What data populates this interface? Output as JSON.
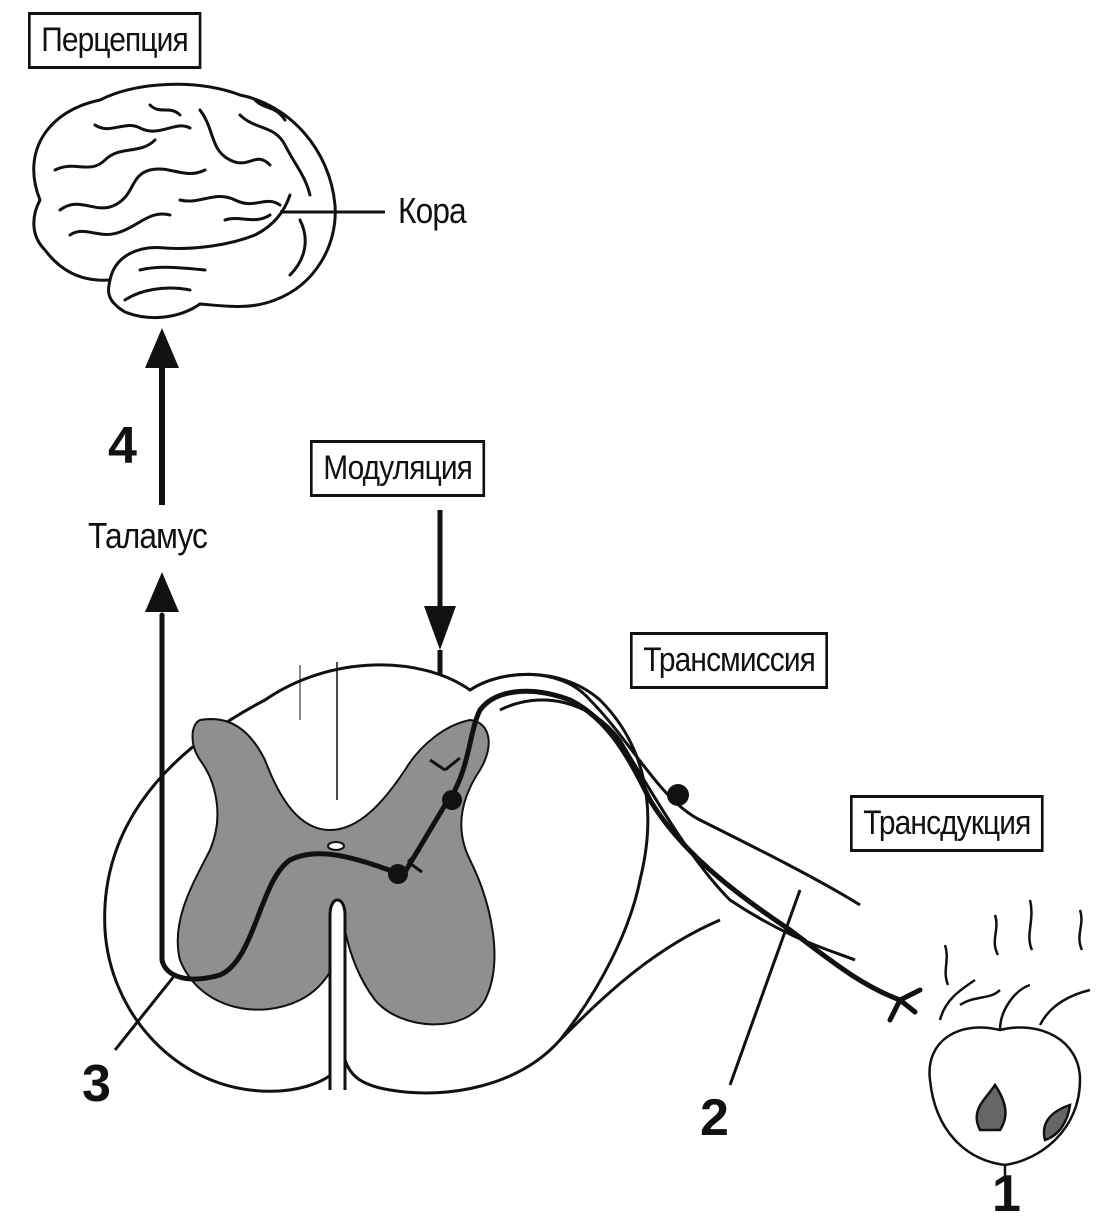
{
  "labels": {
    "perception": "Перцепция",
    "cortex": "Кора",
    "modulation": "Модуляция",
    "thalamus": "Таламус",
    "transmission": "Трансмиссия",
    "transduction": "Трансдукция"
  },
  "numbers": {
    "n1": "1",
    "n2": "2",
    "n3": "3",
    "n4": "4"
  },
  "colors": {
    "ink": "#111111",
    "gray_matter": "#8f8f8f",
    "background": "#ffffff"
  },
  "icons": [
    "brain-icon",
    "spinal-cord-cross-section",
    "skin-receptor-icon"
  ]
}
